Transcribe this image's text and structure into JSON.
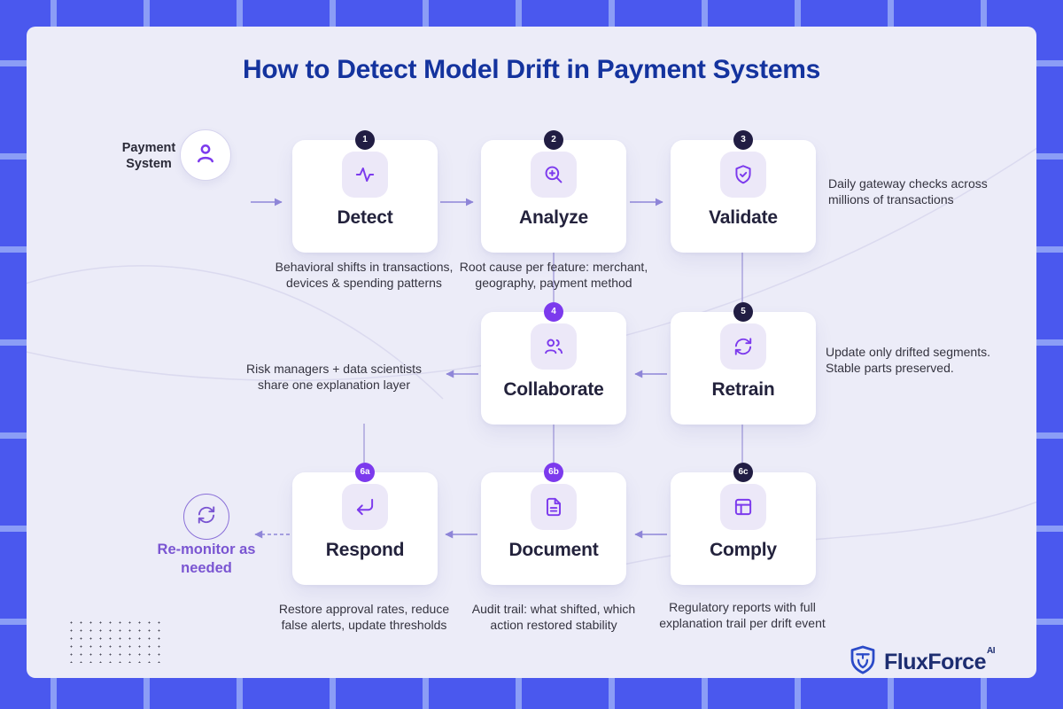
{
  "title": "How to Detect Model Drift in Payment Systems",
  "source_label": "Payment System",
  "steps": [
    {
      "key": "detect",
      "badge": "1",
      "title": "Detect",
      "caption": "Behavioral shifts in transactions, devices & spending patterns"
    },
    {
      "key": "analyze",
      "badge": "2",
      "title": "Analyze",
      "caption": "Root cause per feature: merchant, geography, payment method"
    },
    {
      "key": "validate",
      "badge": "3",
      "title": "Validate"
    },
    {
      "key": "collaborate",
      "badge": "4",
      "title": "Collaborate"
    },
    {
      "key": "retrain",
      "badge": "5",
      "title": "Retrain"
    },
    {
      "key": "respond",
      "badge": "6a",
      "title": "Respond",
      "caption": "Restore approval rates, reduce false alerts, update thresholds"
    },
    {
      "key": "document",
      "badge": "6b",
      "title": "Document",
      "caption": "Audit trail: what shifted, which action restored stability"
    },
    {
      "key": "comply",
      "badge": "6c",
      "title": "Comply",
      "caption": "Regulatory reports with full explanation trail per drift event"
    }
  ],
  "notes": {
    "validate": "Daily gateway checks across millions of transactions",
    "collaborate": "Risk managers + data scientists share one explanation layer",
    "retrain": "Update only drifted segments. Stable parts preserved."
  },
  "remonitor_label": "Re-monitor as needed",
  "brand": {
    "name": "FluxForce",
    "suffix": "AI"
  },
  "colors": {
    "grid_blue": "#4a58ee",
    "grid_line": "#8b9df6",
    "panel": "#ececf8",
    "accent_purple": "#7c3aed",
    "badge_dark": "#211d43",
    "title_blue": "#14339e",
    "connector": "#8f86d8",
    "remonitor_purple": "#7a55d2",
    "brand_navy": "#1d2d70"
  }
}
